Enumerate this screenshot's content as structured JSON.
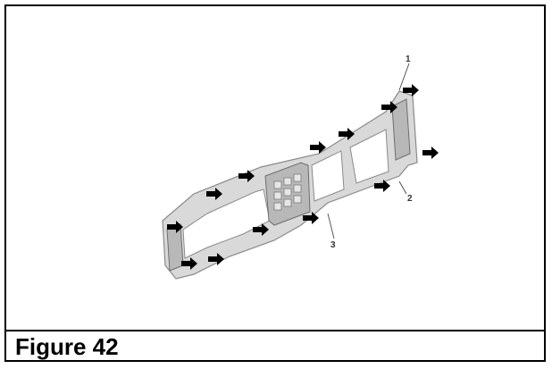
{
  "figure": {
    "caption": "Figure 42",
    "callouts": [
      "1",
      "2",
      "3"
    ]
  },
  "colors": {
    "frame": "#000000",
    "part_light": "#d9d9d9",
    "part_mid": "#b8b8b8",
    "part_dark": "#8a8a8a",
    "arrow": "#000000"
  }
}
